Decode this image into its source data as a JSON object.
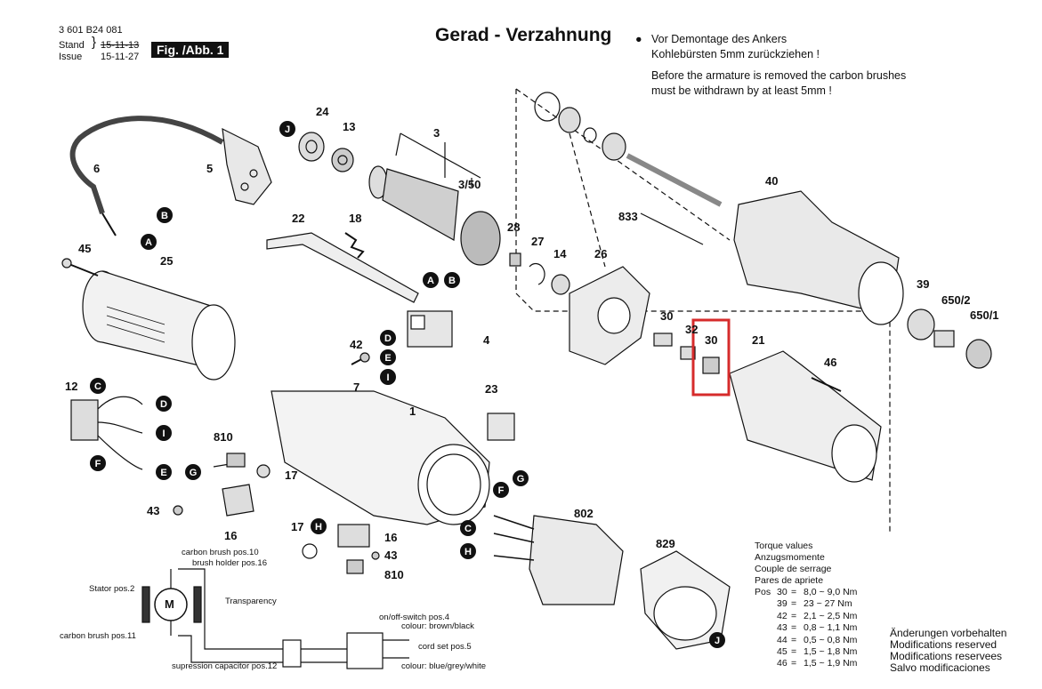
{
  "header": {
    "doc_number": "3 601 B24 081",
    "stand_label": "Stand",
    "issue_label": "Issue",
    "stand_old": "15-11-13",
    "issue_date": "15-11-27",
    "fig_label": "Fig. /Abb. 1"
  },
  "title": "Gerad - Verzahnung",
  "note": {
    "de_line1": "Vor Demontage des Ankers",
    "de_line2": "Kohlebürsten 5mm zurückziehen !",
    "en_line1": "Before the armature is removed the carbon brushes",
    "en_line2": "must be withdrawn by at least 5mm !"
  },
  "part_numbers": [
    "24",
    "13",
    "3",
    "3/50",
    "6",
    "5",
    "22",
    "18",
    "28",
    "27",
    "14",
    "26",
    "833",
    "40",
    "39",
    "650/2",
    "650/1",
    "45",
    "25",
    "4",
    "42",
    "7",
    "23",
    "1",
    "30",
    "32",
    "30",
    "21",
    "46",
    "12",
    "810",
    "17",
    "43",
    "16",
    "17",
    "16",
    "43",
    "810",
    "802",
    "829"
  ],
  "connector_letters": [
    "J",
    "B",
    "A",
    "A",
    "B",
    "D",
    "E",
    "I",
    "C",
    "D",
    "I",
    "F",
    "E",
    "G",
    "H",
    "G",
    "F",
    "C",
    "H",
    "J"
  ],
  "schematic": {
    "carbon_brush_10": "carbon brush pos.10",
    "brush_holder_16": "brush holder pos.16",
    "stator_2": "Stator pos.2",
    "transparency": "Transparency",
    "carbon_brush_11": "carbon brush pos.11",
    "capacitor_12": "supression capacitor pos.12",
    "switch_4": "on/off-switch pos.4",
    "colour_brown": "colour: brown/black",
    "cord_set_5": "cord set pos.5",
    "colour_blue": "colour: blue/grey/white",
    "motor": "M"
  },
  "torque": {
    "lines": [
      "Torque values",
      "Anzugsmomente",
      "Couple de serrage",
      "Pares de apriete"
    ],
    "pos_label": "Pos",
    "rows": [
      {
        "pos": "30",
        "val": "8,0 ~ 9,0 Nm"
      },
      {
        "pos": "39",
        "val": "23 ~ 27 Nm"
      },
      {
        "pos": "42",
        "val": "2,1 ~ 2,5 Nm"
      },
      {
        "pos": "43",
        "val": "0,8 ~ 1,1 Nm"
      },
      {
        "pos": "44",
        "val": "0,5 ~ 0,8 Nm"
      },
      {
        "pos": "45",
        "val": "1,5 ~ 1,8 Nm"
      },
      {
        "pos": "46",
        "val": "1,5 ~ 1,9 Nm"
      }
    ]
  },
  "modifications": [
    "Änderungen vorbehalten",
    "Modifications reserved",
    "Modifications reservees",
    "Salvo modificaciones"
  ],
  "colors": {
    "highlight": "#d62b2b",
    "ink": "#111111",
    "gray": "#bbbbbb"
  }
}
